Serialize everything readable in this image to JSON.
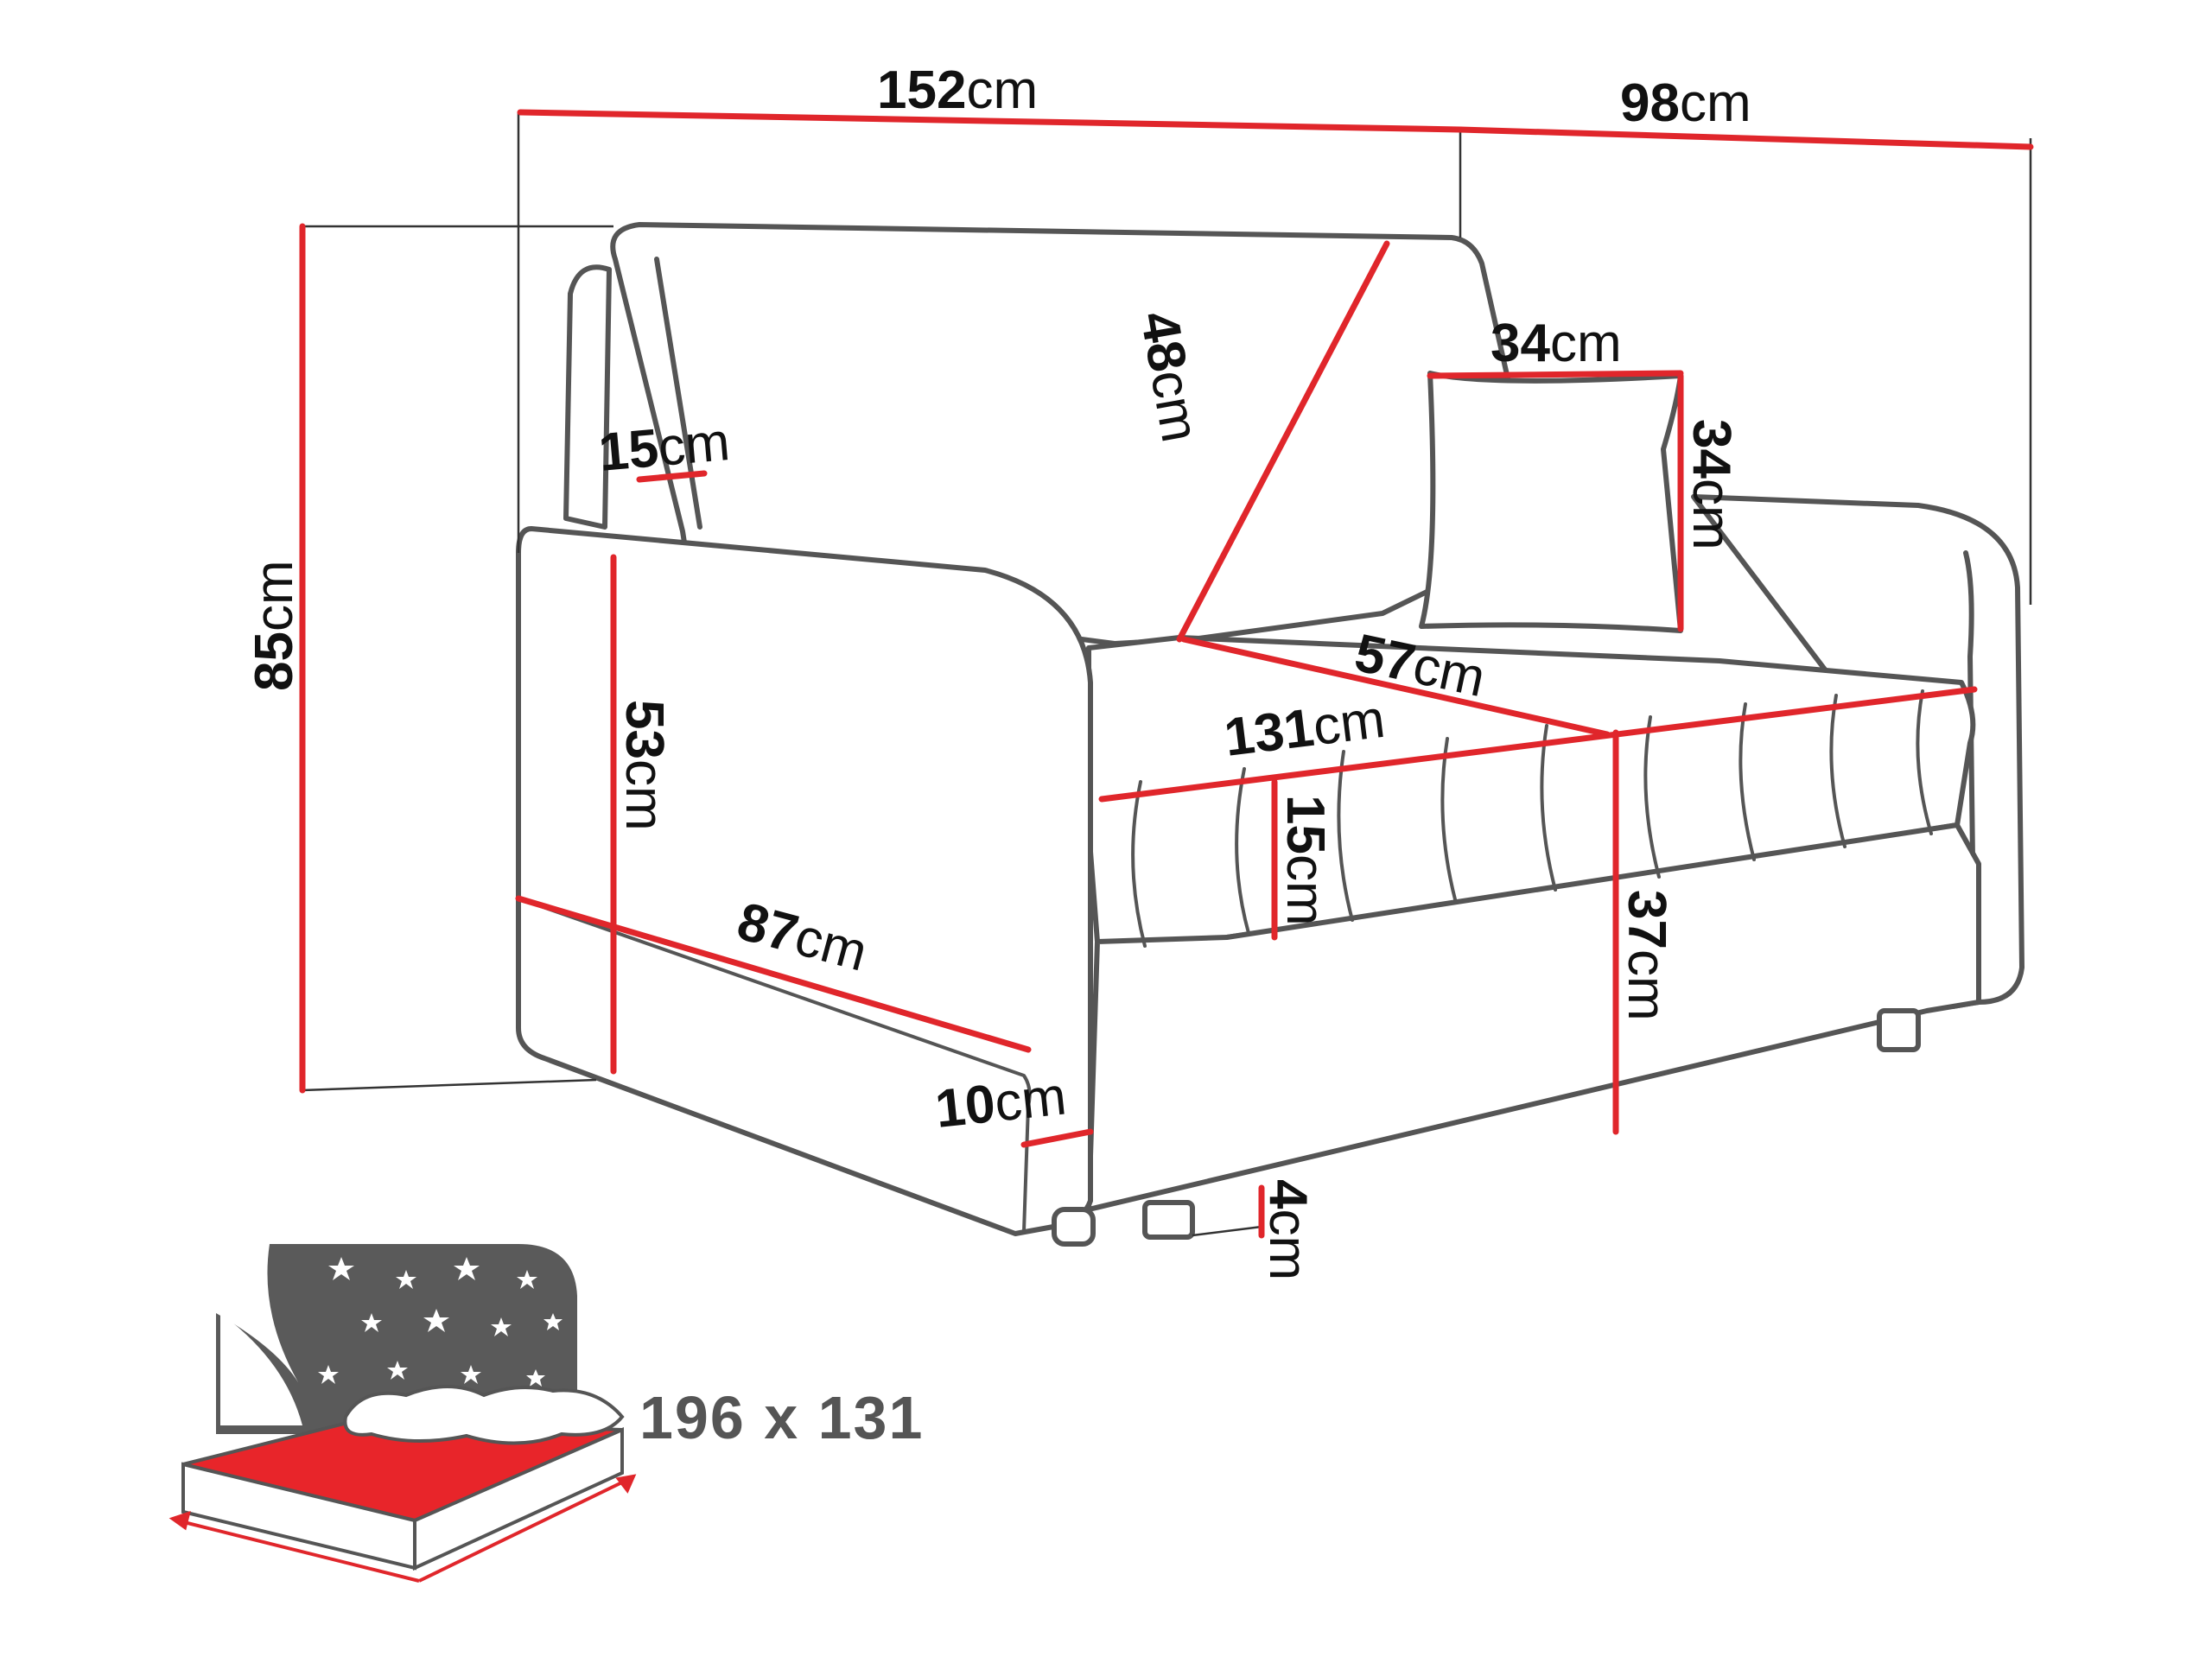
{
  "colors": {
    "dimension_line": "#e0262b",
    "outline": "#555555",
    "text": "#111111",
    "night_bg": "#5a5a5a",
    "mattress_top": "#e8252a"
  },
  "dimensions": {
    "overall_width": {
      "value": "152",
      "unit": "cm"
    },
    "overall_depth": {
      "value": "98",
      "unit": "cm"
    },
    "overall_height": {
      "value": "85",
      "unit": "cm"
    },
    "backrest_height": {
      "value": "48",
      "unit": "cm"
    },
    "armrest_thickness": {
      "value": "15",
      "unit": "cm"
    },
    "pillow_width": {
      "value": "34",
      "unit": "cm"
    },
    "pillow_height": {
      "value": "34",
      "unit": "cm"
    },
    "armrest_height": {
      "value": "53",
      "unit": "cm"
    },
    "seat_depth": {
      "value": "57",
      "unit": "cm"
    },
    "seat_width": {
      "value": "131",
      "unit": "cm"
    },
    "cushion_thickness": {
      "value": "15",
      "unit": "cm"
    },
    "side_depth": {
      "value": "87",
      "unit": "cm"
    },
    "seat_height": {
      "value": "37",
      "unit": "cm"
    },
    "arm_width": {
      "value": "10",
      "unit": "cm"
    },
    "leg_height": {
      "value": "4",
      "unit": "cm"
    }
  },
  "sleeping_area": {
    "label": "196 x 131",
    "icon": "bed-night-icon"
  }
}
